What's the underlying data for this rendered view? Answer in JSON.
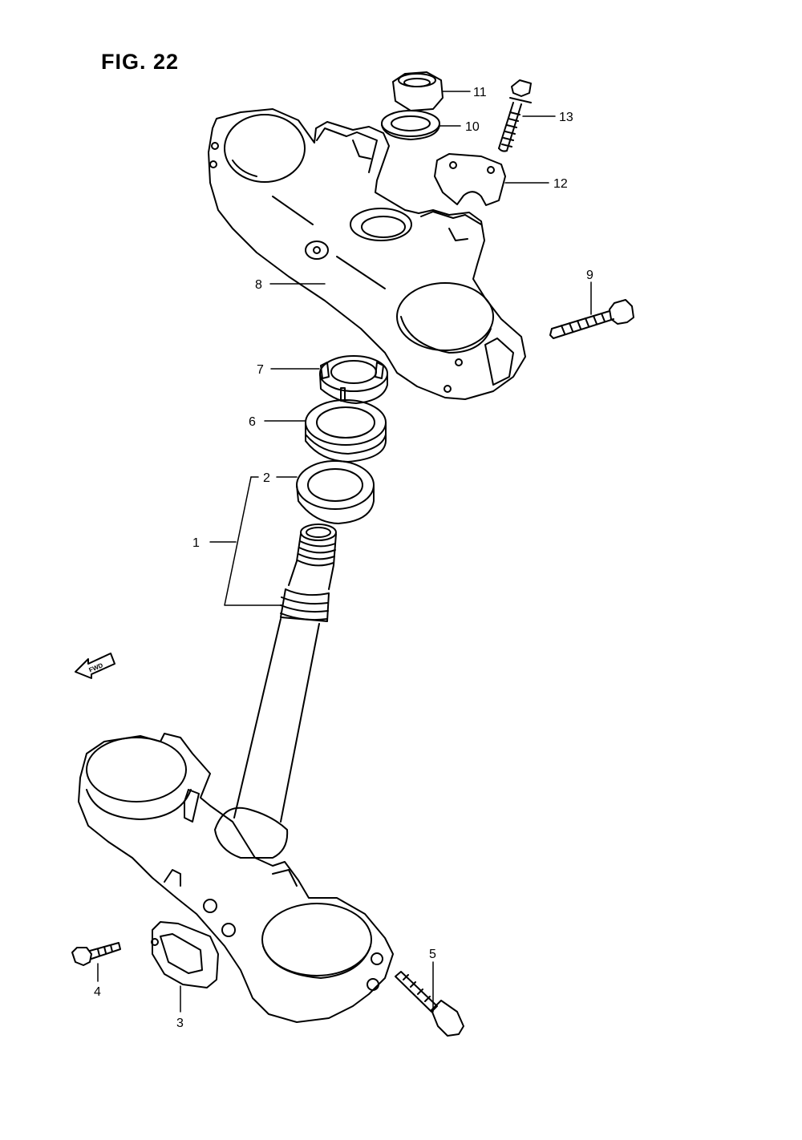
{
  "figure": {
    "title": "FIG. 22"
  },
  "direction_marker": {
    "text": "FWD",
    "icon": "forward-arrow-icon"
  },
  "callouts": [
    {
      "id": "1",
      "label": "1"
    },
    {
      "id": "2",
      "label": "2"
    },
    {
      "id": "3",
      "label": "3"
    },
    {
      "id": "4",
      "label": "4"
    },
    {
      "id": "5",
      "label": "5"
    },
    {
      "id": "6",
      "label": "6"
    },
    {
      "id": "7",
      "label": "7"
    },
    {
      "id": "8",
      "label": "8"
    },
    {
      "id": "9",
      "label": "9"
    },
    {
      "id": "10",
      "label": "10"
    },
    {
      "id": "11",
      "label": "11"
    },
    {
      "id": "12",
      "label": "12"
    },
    {
      "id": "13",
      "label": "13"
    }
  ],
  "colors": {
    "line": "#000000",
    "background": "#ffffff"
  }
}
